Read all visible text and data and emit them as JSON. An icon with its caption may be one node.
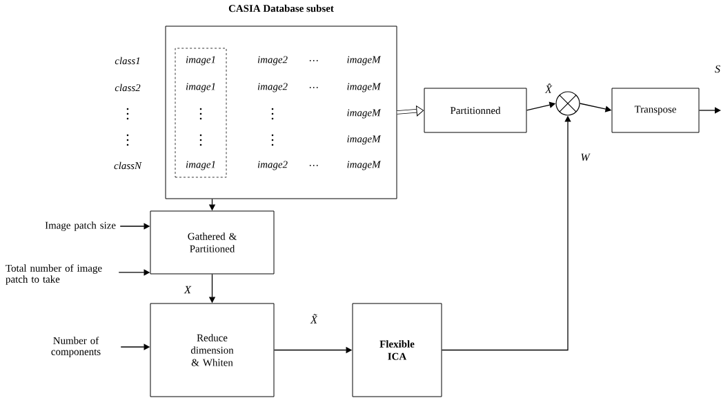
{
  "diagram": {
    "nodes": [
      {
        "text": [
          "CASIA Database subset"
        ]
      },
      {
        "text": [
          "image1",
          "image1",
          "image1"
        ],
        "in": 0
      },
      {
        "text": [
          "Partitionned"
        ]
      },
      {
        "text": [],
        "shape": "circle"
      },
      {
        "text": [
          "Transpose"
        ]
      },
      {
        "text": [
          "Gathered & Partitioned"
        ]
      },
      {
        "text": [
          "Image patch size"
        ]
      },
      {
        "text": [
          "Total number of image patch to take"
        ]
      },
      {
        "text": [
          "Reduce dimension & Whiten"
        ]
      },
      {
        "text": [
          "Number of components"
        ]
      },
      {
        "text": [
          "Flexible ICA"
        ]
      }
    ],
    "edges": [
      {
        "from": 0,
        "to": 2,
        "arrow": "to",
        "style": "thick"
      },
      {
        "from": 2,
        "to": 3,
        "arrow": "to",
        "label": "X̂"
      },
      {
        "from": 3,
        "to": 4,
        "arrow": "to"
      },
      {
        "from": 4,
        "to": null,
        "arrow": "to",
        "label": "S"
      },
      {
        "from": 0,
        "to": 5,
        "arrow": "to"
      },
      {
        "from": 6,
        "to": 5,
        "arrow": "to"
      },
      {
        "from": 7,
        "to": 5,
        "arrow": "to"
      },
      {
        "from": 5,
        "to": 8,
        "arrow": "to",
        "label": "X"
      },
      {
        "from": 9,
        "to": 8,
        "arrow": "to"
      },
      {
        "from": 8,
        "to": 10,
        "arrow": "to",
        "label": "X̃"
      },
      {
        "from": 10,
        "to": 3,
        "arrow": "to",
        "label": "W"
      }
    ],
    "labels": [
      "class1",
      "image2",
      "…",
      "imageM",
      "class2",
      "image2",
      "…",
      "imageM",
      "imageM",
      "imageM",
      "classN",
      "image2",
      "…",
      "imageM"
    ]
  }
}
